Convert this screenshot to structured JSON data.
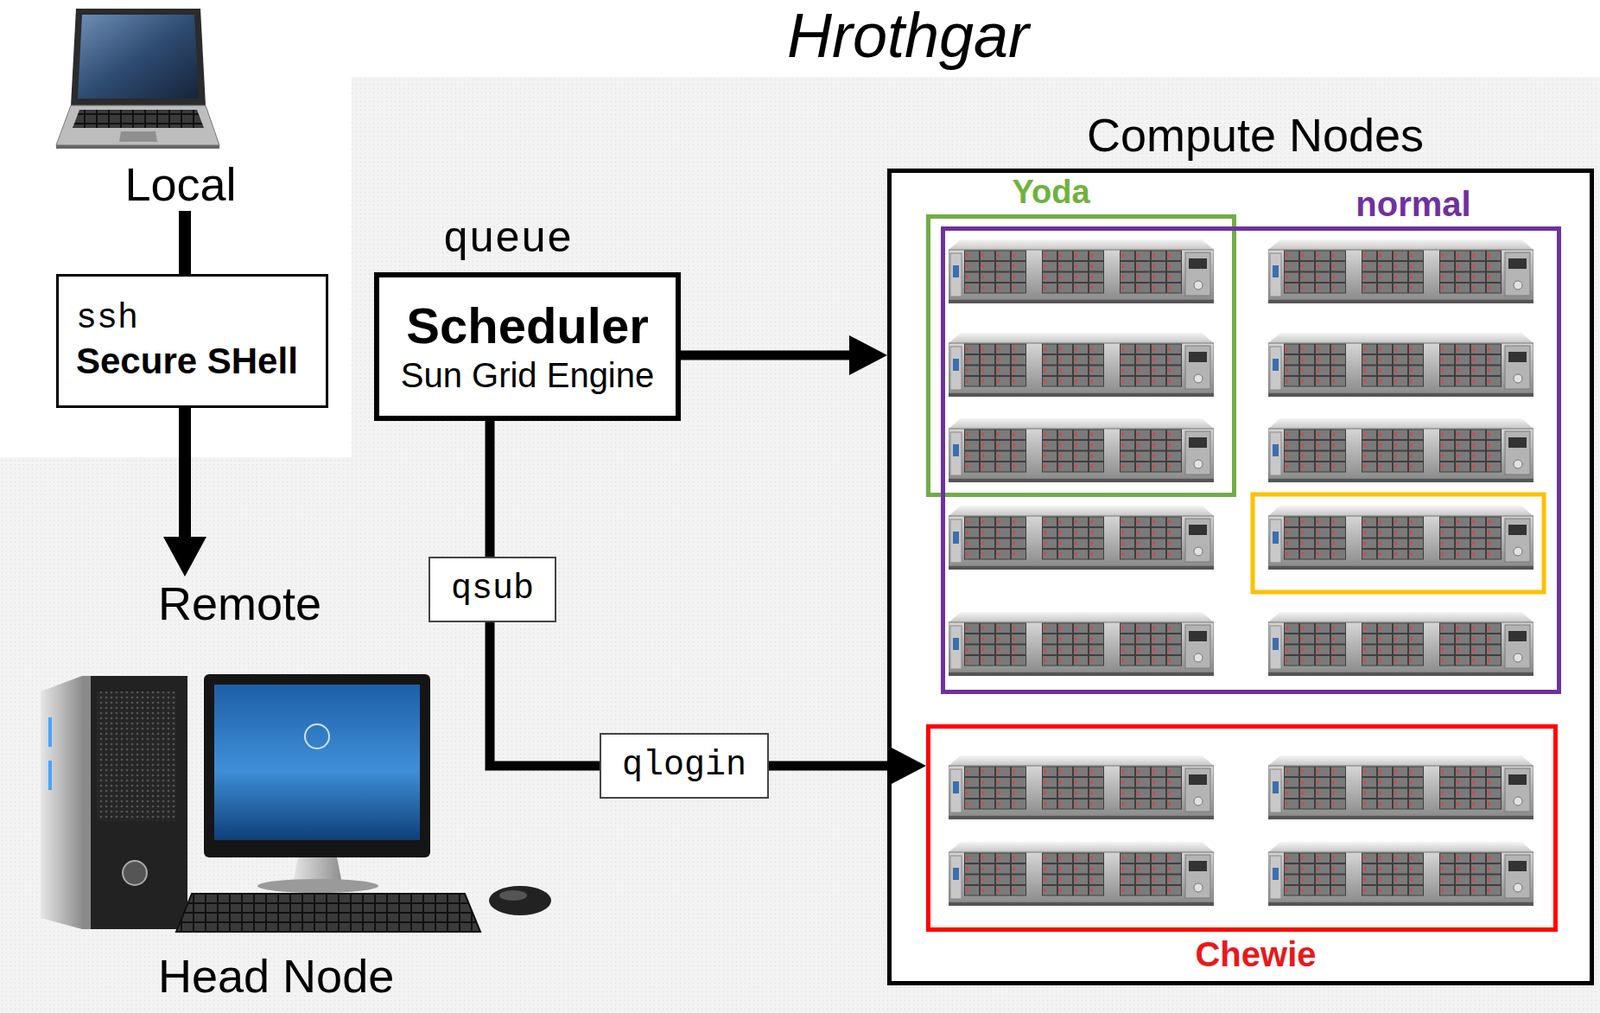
{
  "diagram": {
    "title": "Hrothgar",
    "nodes": [
      {
        "text": [
          "Local"
        ]
      },
      {
        "text": [
          "ssh",
          "Secure SHell"
        ]
      },
      {
        "text": [
          "Remote",
          "Head Node"
        ]
      },
      {
        "text": [
          "queue",
          "Scheduler",
          "Sun Grid Engine"
        ]
      },
      {
        "text": [
          "Compute Nodes"
        ]
      },
      {
        "text": [
          "Yoda"
        ],
        "in": 4
      },
      {
        "text": [
          "normal"
        ],
        "in": 4
      },
      {
        "text": [
          "Chewie"
        ],
        "in": 4
      }
    ],
    "edges": [
      {
        "from": 0,
        "to": 1,
        "arrow": "none"
      },
      {
        "from": 1,
        "to": 2,
        "arrow": "to"
      },
      {
        "from": 3,
        "to": 4,
        "arrow": "to"
      },
      {
        "from": 3,
        "to": 7,
        "label": "qlogin",
        "arrow": "to"
      }
    ],
    "labels": [
      "qsub"
    ]
  }
}
